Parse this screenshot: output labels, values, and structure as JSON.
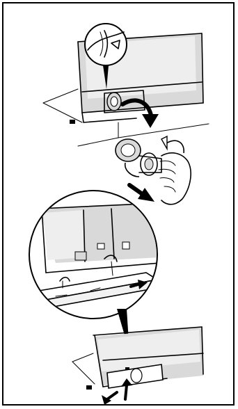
{
  "figure": {
    "steps": [
      {
        "name": "detail-magnifier",
        "icon": "hose-clip-detail-icon"
      },
      {
        "name": "open-filter-cover",
        "icon": "curved-arrow-down-icon"
      },
      {
        "name": "unscrew-filter",
        "icon": "filter-knob-icon"
      },
      {
        "name": "drain-water-tray",
        "icon": "drain-tray-icon"
      },
      {
        "name": "refit-cover",
        "icon": "arrows-up-icon"
      }
    ],
    "colors": {
      "ink": "#000000",
      "shade": "#d9d9d9",
      "background": "#ffffff"
    }
  }
}
